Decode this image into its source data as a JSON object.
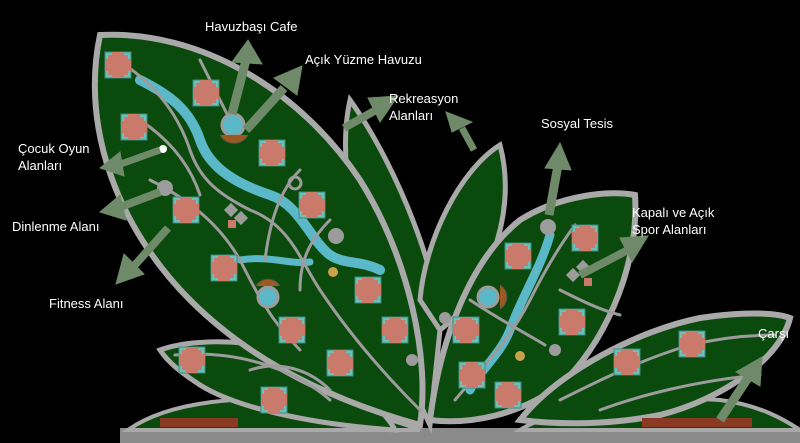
{
  "labels": {
    "cafe": "Havuzbaşı Cafe",
    "pool": "Açık Yüzme Havuzu",
    "recreation_line1": "Rekreasyon",
    "recreation_line2": "Alanları",
    "social": "Sosyal Tesis",
    "playground_line1": "Çocuk Oyun",
    "playground_line2": "Alanları",
    "rest": "Dinlenme Alanı",
    "fitness": "Fitness Alanı",
    "sports_line1": "Kapalı ve Açık",
    "sports_line2": "Spor Alanları",
    "bazaar": "Çarşı"
  },
  "colors": {
    "background": "#000000",
    "leaf_fill": "#0b4a0d",
    "leaf_border": "#a9a9a9",
    "path": "#9c9c9c",
    "water": "#5ab8c8",
    "pavilion": "#c97a6a",
    "pavilion_border": "#6bc0b8",
    "arrow": "#6e8a68",
    "base": "#8a8a8a",
    "bazaar_block": "#8a3a22"
  }
}
